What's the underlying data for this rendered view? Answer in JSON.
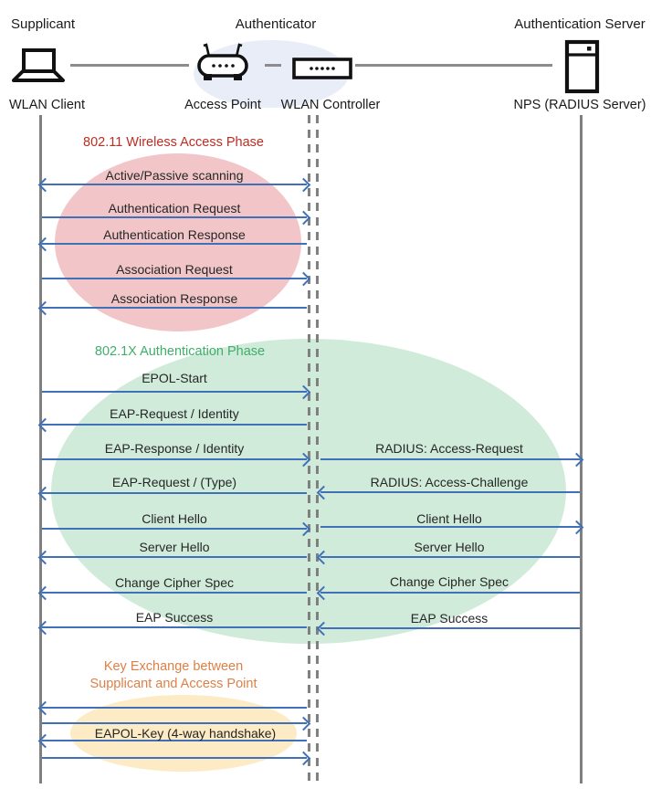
{
  "actors": {
    "supplicant": {
      "role": "Supplicant",
      "device": "WLAN Client"
    },
    "authenticator": {
      "role": "Authenticator",
      "device_ap": "Access Point",
      "device_wlc": "WLAN Controller"
    },
    "server": {
      "role": "Authentication Server",
      "device": "NPS (RADIUS Server)"
    }
  },
  "phases": {
    "wireless": {
      "title": "802.11 Wireless Access Phase",
      "title_color": "#BE2D23",
      "ellipse_color": "#F2C6C8"
    },
    "auth": {
      "title": "802.1X Authentication Phase",
      "title_color": "#3FAE6A",
      "ellipse_color": "#D0EBDA"
    },
    "key": {
      "title_line1": "Key Exchange between",
      "title_line2": "Supplicant and Access Point",
      "title_color": "#DD8047",
      "ellipse_color": "#FCEBC4"
    }
  },
  "messages": {
    "left": [
      {
        "label": "Active/Passive scanning",
        "direction": "both"
      },
      {
        "label": "Authentication Request",
        "direction": "right"
      },
      {
        "label": "Authentication Response",
        "direction": "left"
      },
      {
        "label": "Association Request",
        "direction": "right"
      },
      {
        "label": "Association Response",
        "direction": "left"
      },
      {
        "label": "EPOL-Start",
        "direction": "right"
      },
      {
        "label": "EAP-Request / Identity",
        "direction": "left"
      },
      {
        "label": "EAP-Response / Identity",
        "direction": "right"
      },
      {
        "label": "EAP-Request / (Type)",
        "direction": "left"
      },
      {
        "label": "Client Hello",
        "direction": "right"
      },
      {
        "label": "Server Hello",
        "direction": "left"
      },
      {
        "label": "Change Cipher Spec",
        "direction": "left"
      },
      {
        "label": "EAP Success",
        "direction": "left"
      },
      {
        "label": "",
        "direction": "left"
      },
      {
        "label": "",
        "direction": "right"
      },
      {
        "label": "EAPOL-Key (4-way handshake)",
        "direction": "left"
      },
      {
        "label": "",
        "direction": "right"
      }
    ],
    "right": [
      {
        "label": "RADIUS: Access-Request",
        "direction": "right"
      },
      {
        "label": "RADIUS: Access-Challenge",
        "direction": "left"
      },
      {
        "label": "Client Hello",
        "direction": "right"
      },
      {
        "label": "Server Hello",
        "direction": "left"
      },
      {
        "label": "Change Cipher Spec",
        "direction": "left"
      },
      {
        "label": "EAP Success",
        "direction": "left"
      }
    ]
  },
  "colors": {
    "arrow": "#4070B8",
    "lifeline": "#808080",
    "authenticator_ellipse": "#E8EDF7",
    "wireless_ellipse": "#F2C6C8",
    "auth_ellipse": "#D0EBDA",
    "key_ellipse": "#FCEBC4"
  }
}
